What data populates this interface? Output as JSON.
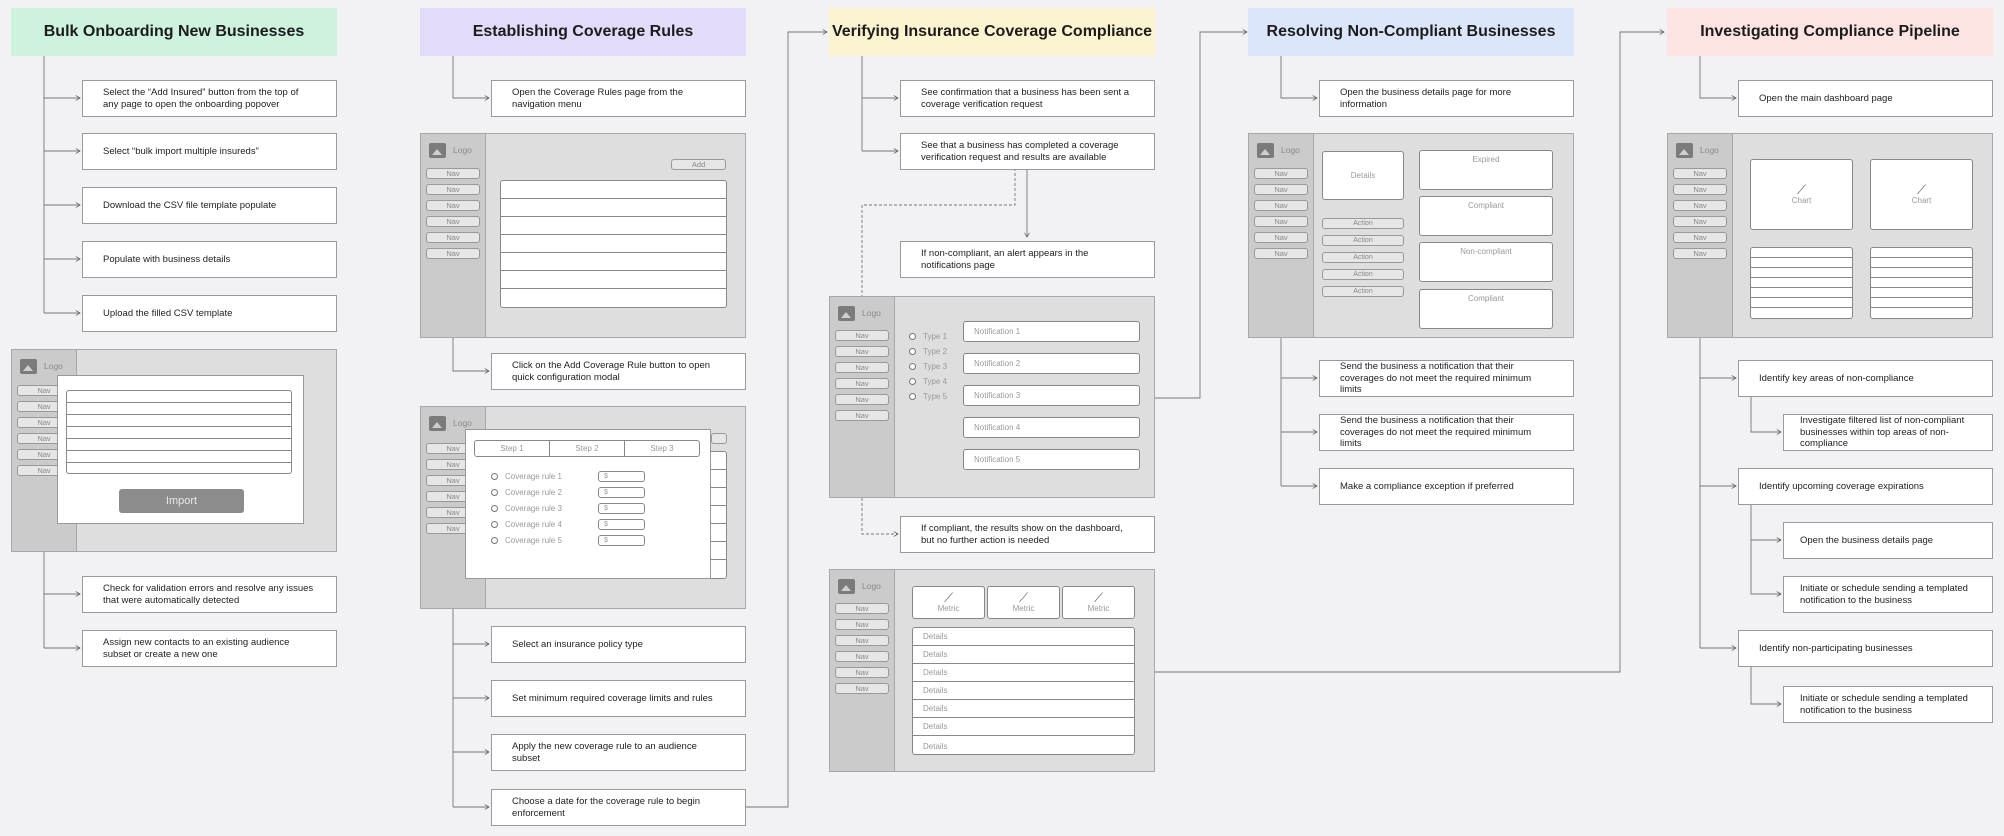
{
  "columns": [
    {
      "title": "Bulk Onboarding New Businesses",
      "color": "#cdf3df",
      "steps": [
        "Select the “Add Insured” button from the top of any page to open the onboarding popover",
        "Select “bulk import multiple insureds”",
        "Download the CSV file template populate",
        "Populate with business details",
        "Upload the filled CSV template",
        "Check for validation errors and resolve any issues that were automatically detected",
        "Assign new contacts to an existing audience subset or create a new one"
      ]
    },
    {
      "title": "Establishing Coverage Rules",
      "color": "#e2dcfa",
      "steps": [
        "Open the Coverage Rules page from the navigation menu",
        "Click on the Add Coverage Rule button to open quick configuration modal",
        "Select an insurance policy type",
        "Set minimum required coverage limits and rules",
        "Apply the new coverage rule to an audience subset",
        "Choose a date for the coverage rule to begin enforcement"
      ]
    },
    {
      "title": "Verifying Insurance Coverage Compliance",
      "color": "#fcf3d1",
      "steps": [
        "See confirmation that a business has been sent a coverage verification request",
        "See that a business has completed a coverage verification request and results are available",
        "If non-compliant, an alert appears in the notifications page",
        "If compliant, the results show on the dashboard, but no further action is needed"
      ]
    },
    {
      "title": "Resolving Non-Compliant Businesses",
      "color": "#dce6fb",
      "steps": [
        "Open the business details page for more information",
        "Send the business a notification that their coverages do not meet the required minimum limits",
        "Send the business a notification that their coverages do not meet the required minimum limits",
        "Make a compliance exception if preferred"
      ]
    },
    {
      "title": "Investigating Compliance Pipeline",
      "color": "#fde3e2",
      "steps": [
        "Open the main dashboard page",
        "Identify key areas of non-compliance",
        "Investigate filtered list of non-compliant businesses within top areas of non-compliance",
        "Identify upcoming coverage expirations",
        "Open the business details page",
        "Initiate or schedule sending a templated notification to the business",
        "Identify non-participating businesses",
        "Initiate or schedule sending a templated notification to the business"
      ]
    }
  ],
  "wf": {
    "logo": "Logo",
    "nav": "Nav",
    "add": "Add",
    "import": "Import",
    "steps": [
      "Step 1",
      "Step 2",
      "Step 3"
    ],
    "rules": [
      "Coverage rule 1",
      "Coverage rule 2",
      "Coverage rule 3",
      "Coverage rule 4",
      "Coverage rule 5"
    ],
    "dollar": "$",
    "types": [
      "Type 1",
      "Type 2",
      "Type 3",
      "Type 4",
      "Type 5"
    ],
    "notifications": [
      "Notification 1",
      "Notification 2",
      "Notification 3",
      "Notification 4",
      "Notification 5"
    ],
    "metric": "Metric",
    "details": "Details",
    "action": "Action",
    "statuses": [
      "Expired",
      "Compliant",
      "Non-compliant",
      "Compliant"
    ],
    "chart": "Chart",
    "chart_icon": "trend-line-icon",
    "image_icon": "image-placeholder-icon"
  }
}
